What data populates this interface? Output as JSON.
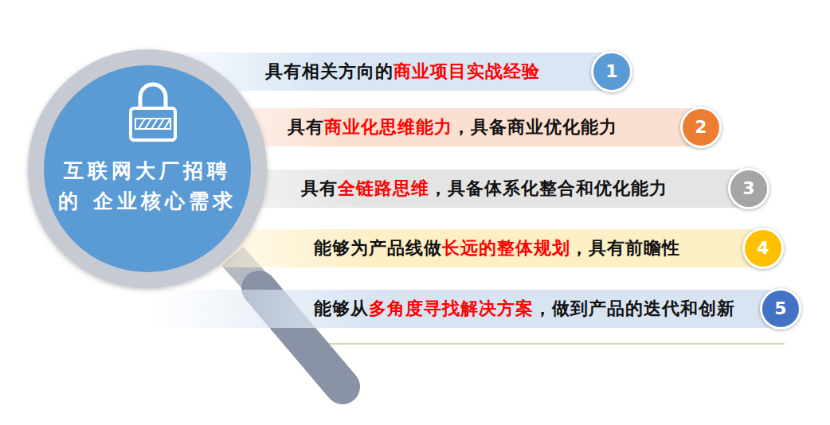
{
  "diagram": {
    "nodes": [
      {
        "text": [
          "互联网大厂招聘 的 企业核心需求"
        ]
      },
      {
        "text": [
          "具有相关方向的",
          "商业项目实战经验"
        ]
      },
      {
        "text": [
          "1"
        ]
      },
      {
        "text": [
          "具有",
          "商业化思维能力",
          "，具备商业优化能力"
        ]
      },
      {
        "text": [
          "2"
        ]
      },
      {
        "text": [
          "具有",
          "全链路思维",
          "，具备体系化整合和优化能力"
        ]
      },
      {
        "text": [
          "3"
        ]
      },
      {
        "text": [
          "能够为产品线做",
          "长远的整体规划",
          "，具有前瞻性"
        ]
      },
      {
        "text": [
          "4"
        ]
      },
      {
        "text": [
          "能够从",
          "多角度寻找解决方案",
          "，做到产品的迭代和创新"
        ]
      },
      {
        "text": [
          "5"
        ]
      }
    ]
  }
}
